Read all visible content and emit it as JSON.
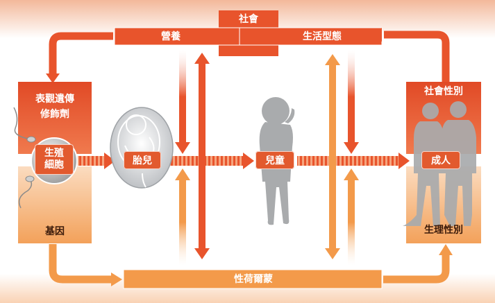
{
  "top_band": {
    "social": "社會",
    "nutrition": "營養",
    "lifestyle": "生活型態"
  },
  "left_column": {
    "epigenetic_line1": "表觀遺傳",
    "epigenetic_line2": "修飾劑",
    "germ_cell_line1": "生殖",
    "germ_cell_line2": "細胞",
    "genes": "基因"
  },
  "middle": {
    "fetus": "胎兒",
    "child": "兒童"
  },
  "right_column": {
    "social_gender": "社會性別",
    "adult": "成人",
    "biological_sex": "生理性別"
  },
  "bottom_band": {
    "sex_hormones": "性荷爾蒙"
  },
  "colors": {
    "red_orange": "#e8542c",
    "orange": "#f39a4a",
    "light_orange": "#f8c48d",
    "silhouette": "#a9abad"
  }
}
